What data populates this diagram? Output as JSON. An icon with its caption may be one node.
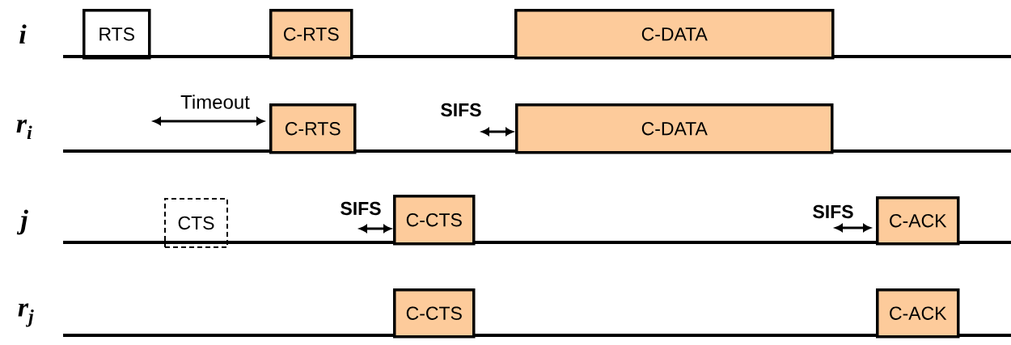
{
  "diagram": {
    "nodes": [
      {
        "text": [
          "RTS"
        ]
      },
      {
        "text": [
          "C-RTS"
        ]
      },
      {
        "text": [
          "C-DATA"
        ]
      },
      {
        "text": [
          "C-RTS"
        ]
      },
      {
        "text": [
          "C-DATA"
        ]
      },
      {
        "text": [
          "CTS"
        ]
      },
      {
        "text": [
          "C-CTS"
        ]
      },
      {
        "text": [
          "C-ACK"
        ]
      },
      {
        "text": [
          "C-CTS"
        ]
      },
      {
        "text": [
          "C-ACK"
        ]
      }
    ],
    "labels": [
      "i",
      "r$_{i}$",
      "Timeout",
      "SIFS",
      "j",
      "SIFS",
      "SIFS",
      "r$_{j}$"
    ]
  }
}
